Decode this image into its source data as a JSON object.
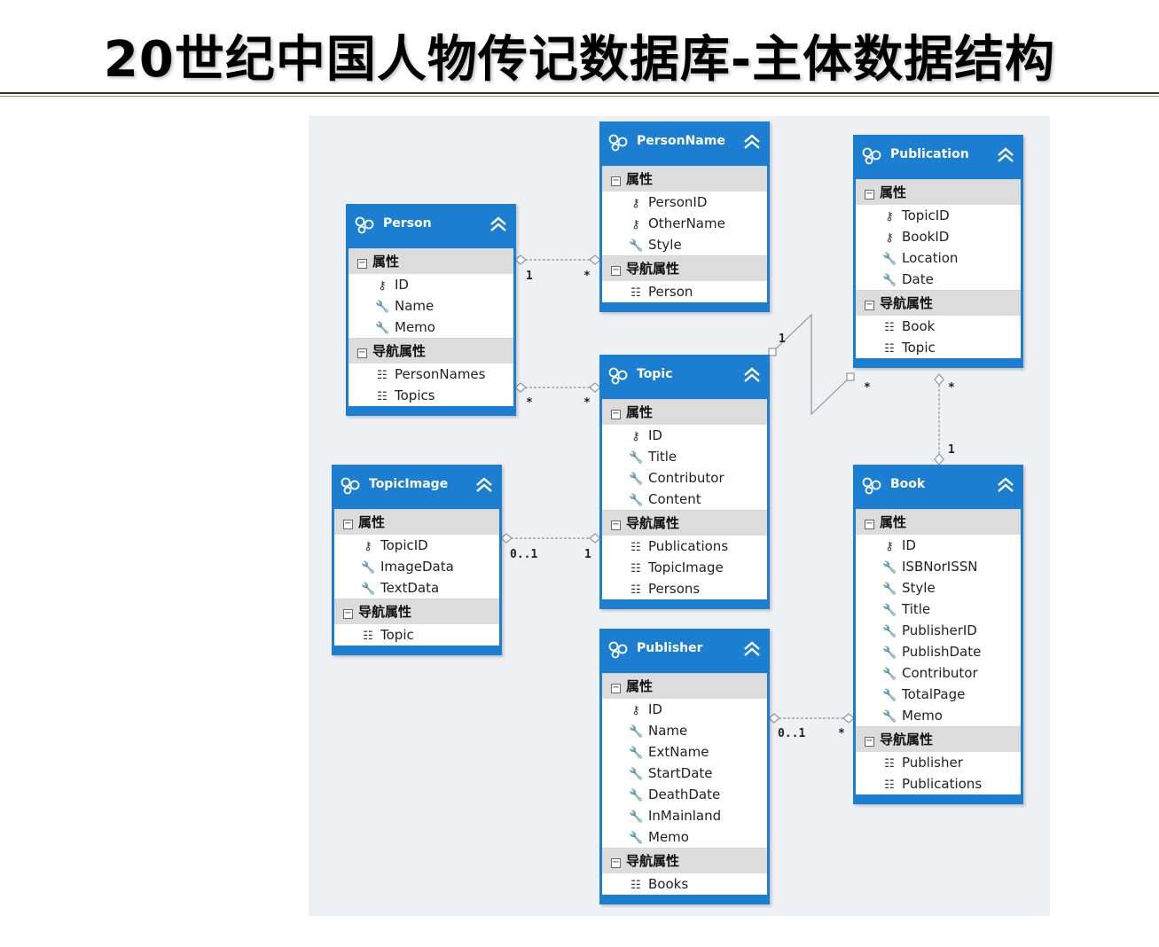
{
  "page": {
    "title": "20世纪中国人物传记数据库-主体数据结构"
  },
  "labels": {
    "props": "属性",
    "nav": "导航属性"
  },
  "entities": {
    "person": {
      "name": "Person",
      "props": [
        "ID",
        "Name",
        "Memo"
      ],
      "nav": [
        "PersonNames",
        "Topics"
      ]
    },
    "personname": {
      "name": "PersonName",
      "props": [
        "PersonID",
        "OtherName",
        "Style"
      ],
      "nav": [
        "Person"
      ]
    },
    "publication": {
      "name": "Publication",
      "props": [
        "TopicID",
        "BookID",
        "Location",
        "Date"
      ],
      "nav": [
        "Book",
        "Topic"
      ]
    },
    "topic": {
      "name": "Topic",
      "props": [
        "ID",
        "Title",
        "Contributor",
        "Content"
      ],
      "nav": [
        "Publications",
        "TopicImage",
        "Persons"
      ]
    },
    "topicimage": {
      "name": "TopicImage",
      "props": [
        "TopicID",
        "ImageData",
        "TextData"
      ],
      "nav": [
        "Topic"
      ]
    },
    "book": {
      "name": "Book",
      "props": [
        "ID",
        "ISBNorISSN",
        "Style",
        "Title",
        "PublisherID",
        "PublishDate",
        "Contributor",
        "TotalPage",
        "Memo"
      ],
      "nav": [
        "Publisher",
        "Publications"
      ]
    },
    "publisher": {
      "name": "Publisher",
      "props": [
        "ID",
        "Name",
        "ExtName",
        "StartDate",
        "DeathDate",
        "InMainland",
        "Memo"
      ],
      "nav": [
        "Books"
      ]
    }
  },
  "multiplicities": {
    "person_personname_a": "1",
    "person_personname_b": "*",
    "person_topic_a": "*",
    "person_topic_b": "*",
    "topicimage_topic_a": "0..1",
    "topicimage_topic_b": "1",
    "topic_publication_a": "1",
    "topic_publication_b": "*",
    "publication_book_a": "*",
    "publication_book_b": "1",
    "publisher_book_a": "0..1",
    "publisher_book_b": "*"
  },
  "icons": {
    "entity": "entity-icon",
    "collapse": "collapse-chevron-icon",
    "key": "key-icon",
    "property": "wrench-icon",
    "navigation": "nav-property-icon"
  },
  "colors": {
    "entity_blue": "#1b7ed0",
    "section_gray": "#dcdcdc",
    "canvas": "#eef0f4"
  }
}
